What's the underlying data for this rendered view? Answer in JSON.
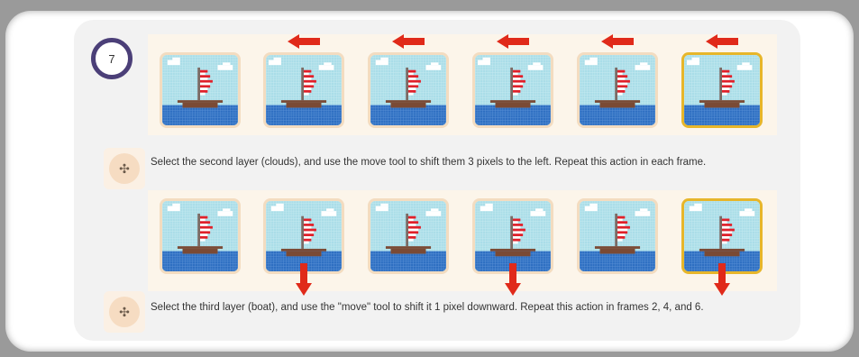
{
  "step": {
    "number": "7"
  },
  "colors": {
    "accent_badge": "#4b3f78",
    "arrow": "#e02a1a",
    "active_frame": "#e7b62a",
    "sky": "#a9dde8",
    "sea": "#2e6fc2",
    "hull": "#7a4a35",
    "sail_red": "#e0202a"
  },
  "sections": [
    {
      "instruction": "Select the second layer (clouds), and use the move tool to shift them 3 pixels to the left. Repeat this action in each frame.",
      "icon": "move-icon",
      "arrow_direction": "left",
      "arrow_frames": [
        2,
        3,
        4,
        5,
        6
      ],
      "active_frame": 6
    },
    {
      "instruction": "Select the third layer (boat), and use the \"move\" tool to shift it 1 pixel downward. Repeat this action in frames 2, 4, and 6.",
      "icon": "move-icon",
      "arrow_direction": "down",
      "arrow_frames": [
        2,
        4,
        6
      ],
      "active_frame": 6
    }
  ]
}
